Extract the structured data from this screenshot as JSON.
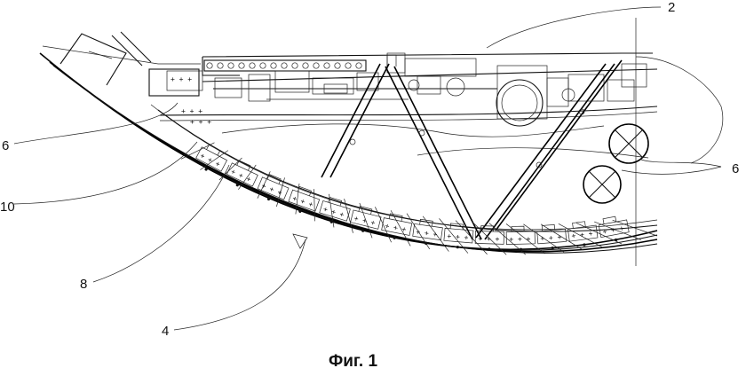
{
  "figure": {
    "caption": "Фиг. 1",
    "labels": {
      "l2": "2",
      "l6_left": "6",
      "l6_right": "6",
      "l10": "10",
      "l8": "8",
      "l4": "4"
    }
  }
}
